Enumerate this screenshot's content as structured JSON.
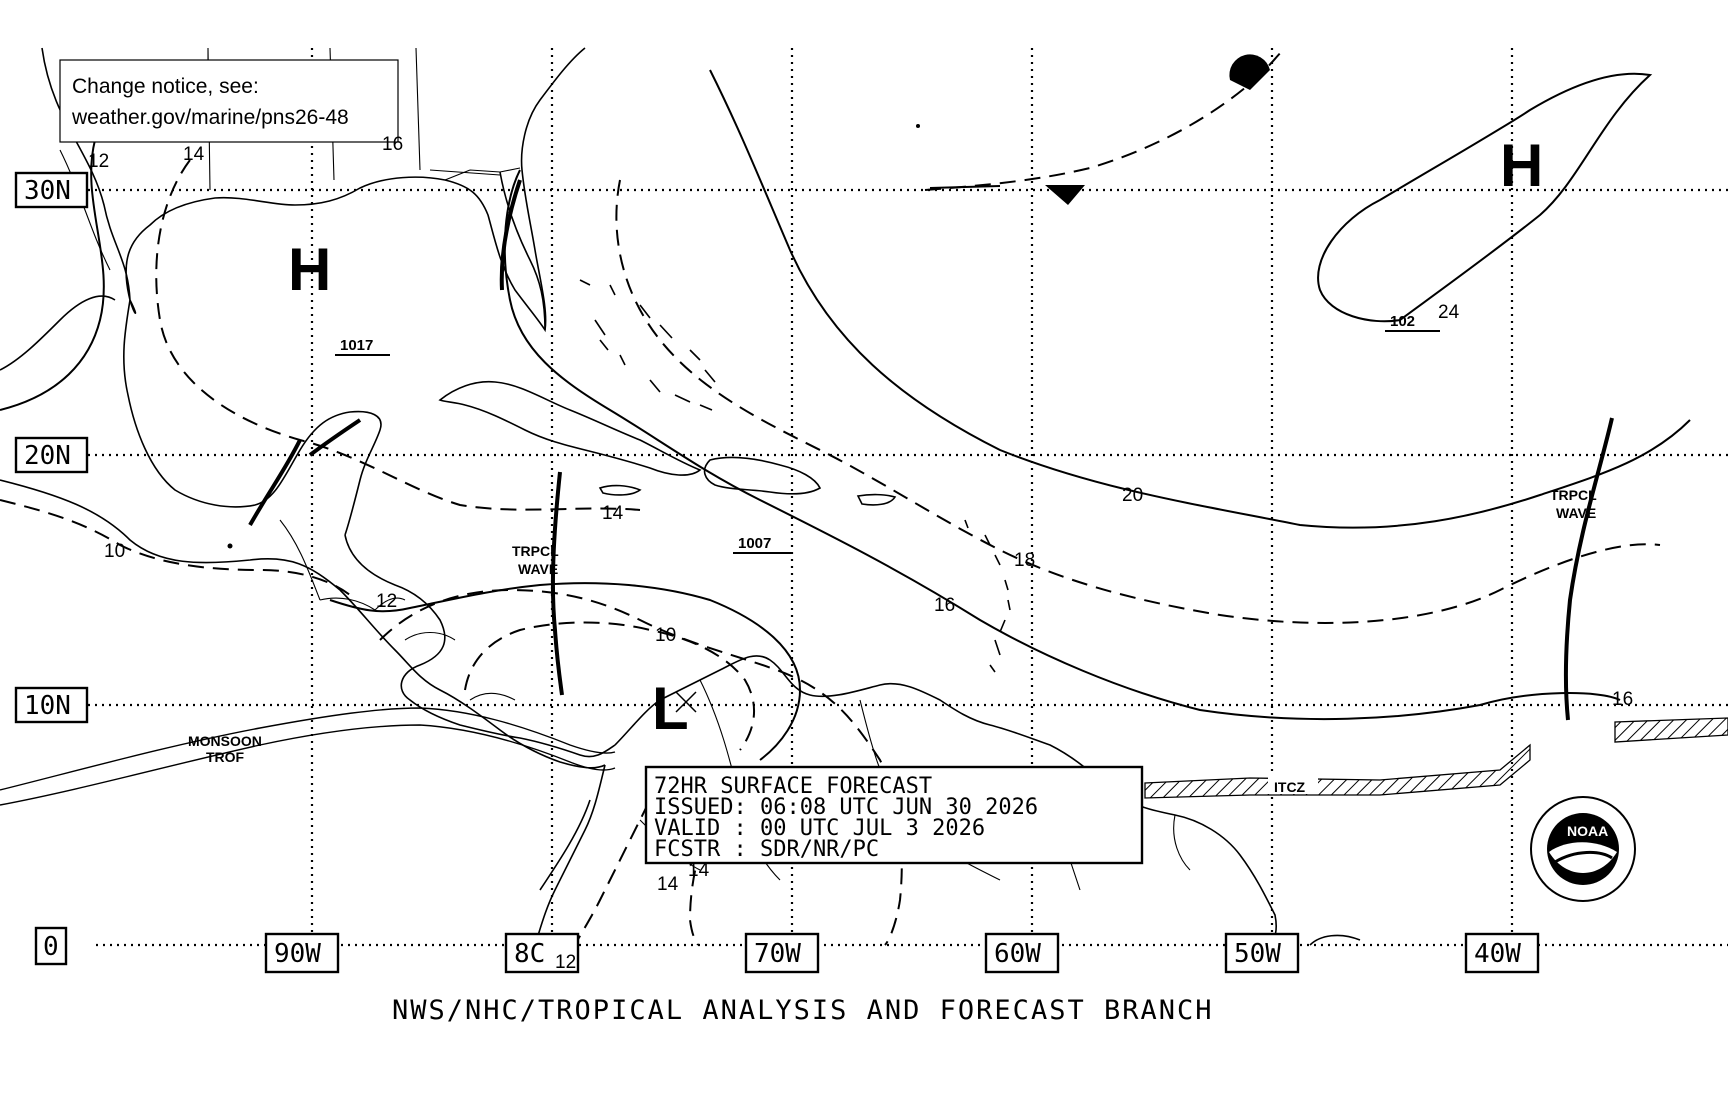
{
  "notice": {
    "line1": "Change notice, see:",
    "line2": "weather.gov/marine/pns26-48"
  },
  "latitudes": [
    "30N",
    "20N",
    "10N",
    "0"
  ],
  "longitudes": [
    "90W",
    "8C",
    "70W",
    "60W",
    "50W",
    "40W"
  ],
  "pressure_centers": {
    "high_gulf": {
      "symbol": "H",
      "value": "1017"
    },
    "high_atlantic": {
      "symbol": "H",
      "value": "102"
    },
    "low_caribbean": {
      "symbol": "L",
      "value": "1007"
    }
  },
  "isobar_labels": {
    "gulf_12": "12",
    "gulf_14": "14",
    "fl_16": "16",
    "atl_24": "24",
    "atl_20": "20",
    "atl_18": "18",
    "atl_16_mid": "16",
    "atl_16_east": "16",
    "carib_14": "14",
    "carib_10": "10",
    "ca_12": "12",
    "pac_10": "10",
    "sa_14a": "14",
    "sa_14b": "14",
    "sa_12": "12"
  },
  "features": {
    "trpcl_wave_west": [
      "TRPCL",
      "WAVE"
    ],
    "trpcl_wave_east": [
      "TRPCL",
      "WAVE"
    ],
    "monsoon_trof": [
      "MONSOON",
      "TROF"
    ],
    "itcz": "ITCZ"
  },
  "forecast_box": {
    "line1": "72HR SURFACE FORECAST",
    "line2": "ISSUED: 06:08 UTC JUN 30 2026",
    "line3": "VALID : 00 UTC JUL 3 2026",
    "line4": "FCSTR : SDR/NR/PC"
  },
  "logo": {
    "text": "NOAA"
  },
  "footer": "NWS/NHC/TROPICAL ANALYSIS AND FORECAST BRANCH"
}
